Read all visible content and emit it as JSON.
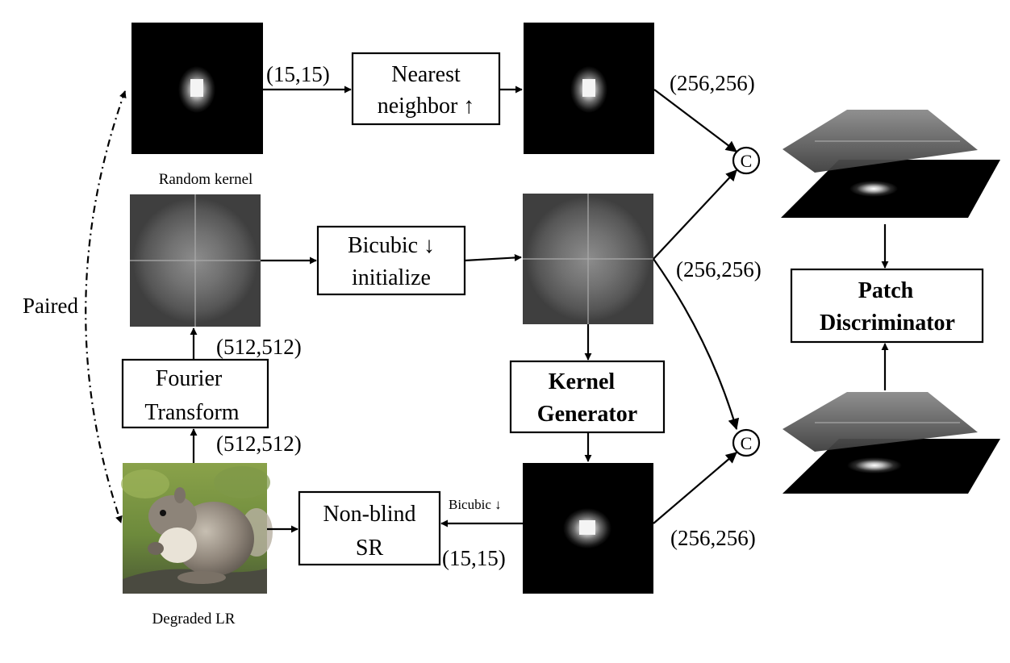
{
  "labels": {
    "dim_15_top": "(15,15)",
    "dim_256_top": "(256,256)",
    "dim_256_mid": "(256,256)",
    "dim_256_bottom": "(256,256)",
    "dim_512_upper": "(512,512)",
    "dim_512_lower": "(512,512)",
    "dim_15_bottom": "(15,15)",
    "bicubic_small": "Bicubic ↓",
    "paired": "Paired",
    "random_kernel": "Random kernel",
    "degraded_lr": "Degraded LR",
    "concat_top": "C",
    "concat_bottom": "C"
  },
  "boxes": {
    "nearest": [
      "Nearest",
      "neighbor ↑"
    ],
    "bicubic_init": [
      "Bicubic ↓",
      "initialize"
    ],
    "fourier": [
      "Fourier",
      "Transform"
    ],
    "kernel_gen": [
      "Kernel",
      "Generator"
    ],
    "nonblind": [
      "Non-blind",
      "SR"
    ],
    "patch_disc": [
      "Patch",
      "Discriminator"
    ]
  }
}
